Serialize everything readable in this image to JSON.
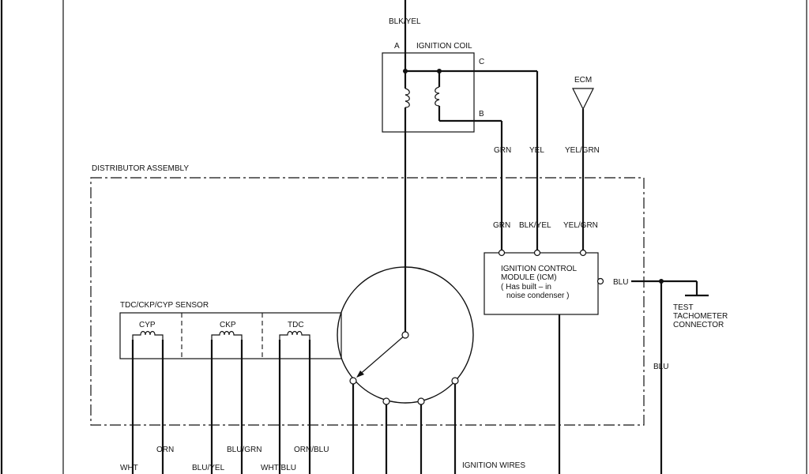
{
  "wires": {
    "top_feed": "BLK/YEL",
    "coil_grn": "GRN",
    "coil_yel": "YEL",
    "ecm_wire": "YEL/GRN",
    "icm_in_grn": "GRN",
    "icm_in_blkyel": "BLK/YEL",
    "icm_in_yelgrn": "YEL/GRN",
    "icm_out": "BLU",
    "tach_down": "BLU",
    "wht": "WHT",
    "orn": "ORN",
    "blu_yel": "BLU/YEL",
    "blu_grn": "BLU/GRN",
    "wht_blu": "WHT/BLU",
    "orn_blu": "ORN/BLU"
  },
  "ignition_coil": {
    "title": "IGNITION COIL",
    "terminal_a": "A",
    "terminal_b": "B",
    "terminal_c": "C"
  },
  "ecm": {
    "label": "ECM"
  },
  "distributor": {
    "label": "DISTRIBUTOR ASSEMBLY"
  },
  "icm": {
    "line1": "IGNITION CONTROL",
    "line2": "MODULE (ICM)",
    "line3": "( Has built – in",
    "line4": "noise condenser )"
  },
  "tach": {
    "line1": "TEST",
    "line2": "TACHOMETER",
    "line3": "CONNECTOR"
  },
  "sensor": {
    "title": "TDC/CKP/CYP SENSOR",
    "cyp": "CYP",
    "ckp": "CKP",
    "tdc": "TDC"
  },
  "ignition_wires": {
    "label": "IGNITION WIRES"
  }
}
